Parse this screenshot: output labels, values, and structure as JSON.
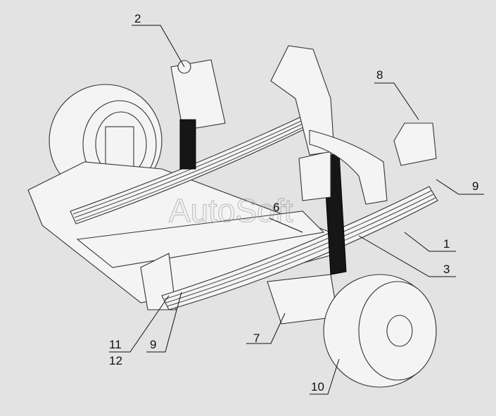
{
  "diagram": {
    "watermark": "AutoSoft",
    "background": "#e3e3e3",
    "accent_dark": "#161616",
    "callouts": [
      {
        "id": "c1",
        "label": "1"
      },
      {
        "id": "c2",
        "label": "2"
      },
      {
        "id": "c3",
        "label": "3"
      },
      {
        "id": "c6",
        "label": "6"
      },
      {
        "id": "c7",
        "label": "7"
      },
      {
        "id": "c8",
        "label": "8"
      },
      {
        "id": "c9a",
        "label": "9"
      },
      {
        "id": "c9b",
        "label": "9"
      },
      {
        "id": "c10",
        "label": "10"
      },
      {
        "id": "c11",
        "label": "11"
      },
      {
        "id": "c12",
        "label": "12"
      }
    ]
  }
}
